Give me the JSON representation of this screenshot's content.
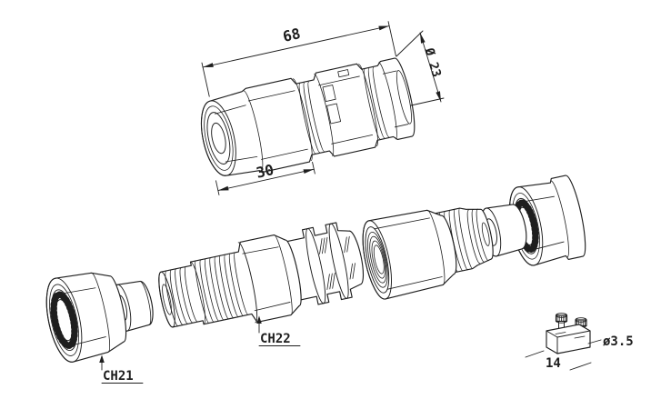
{
  "page": {
    "background_color": "#ffffff",
    "line_color": "#1e1e1e"
  },
  "assembled_view": {
    "dim_overall_length": "68",
    "dim_diameter": "Ø 23",
    "dim_cap_nut_length": "30"
  },
  "exploded_view": {
    "cap_nut_label": "CH21",
    "body_hex_label": "CH22"
  },
  "terminal_block_detail": {
    "dim_block_length": "14",
    "dim_screw_hole": "ø3.5"
  }
}
